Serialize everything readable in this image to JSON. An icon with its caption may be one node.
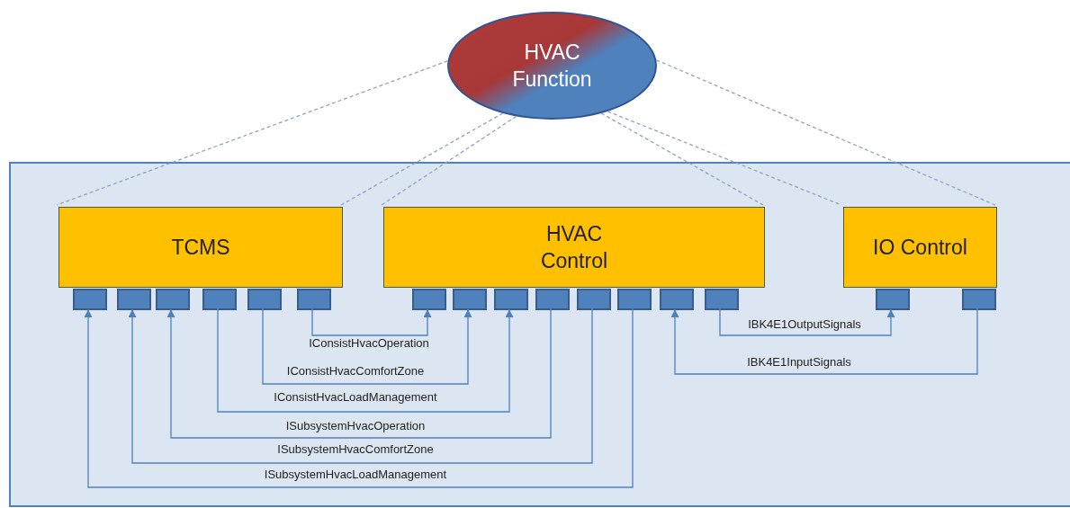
{
  "diagram": {
    "nodes": [
      {
        "text": [
          "HVAC Function"
        ]
      },
      {
        "text": [],
        "shape": "box"
      },
      {
        "text": [
          "TCMS"
        ],
        "in": 1
      },
      {
        "text": [
          "HVAC Control"
        ],
        "in": 1
      },
      {
        "text": [
          "IO Control"
        ],
        "in": 1
      },
      {
        "text": [],
        "shape": "box",
        "in": 1
      },
      {
        "text": [],
        "shape": "box",
        "in": 1
      },
      {
        "text": [],
        "shape": "box",
        "in": 1
      },
      {
        "text": [],
        "shape": "box",
        "in": 1
      },
      {
        "text": [],
        "shape": "box",
        "in": 1
      },
      {
        "text": [],
        "shape": "box",
        "in": 1
      },
      {
        "text": [],
        "shape": "box",
        "in": 1
      },
      {
        "text": [],
        "shape": "box",
        "in": 1
      },
      {
        "text": [],
        "shape": "box",
        "in": 1
      },
      {
        "text": [],
        "shape": "box",
        "in": 1
      },
      {
        "text": [],
        "shape": "box",
        "in": 1
      },
      {
        "text": [],
        "shape": "box",
        "in": 1
      },
      {
        "text": [],
        "shape": "box",
        "in": 1
      },
      {
        "text": [],
        "shape": "box",
        "in": 1
      },
      {
        "text": [],
        "shape": "box",
        "in": 1
      },
      {
        "text": [],
        "shape": "box",
        "in": 1
      }
    ],
    "edges": [
      {
        "from": 0,
        "to": 2,
        "arrow": "none",
        "style": "dashed",
        "color": "#8ea3c6"
      },
      {
        "from": 0,
        "to": 2,
        "arrow": "none",
        "style": "dashed",
        "color": "#8ea3c6"
      },
      {
        "from": 0,
        "to": 3,
        "arrow": "none",
        "style": "dashed",
        "color": "#8ea3c6"
      },
      {
        "from": 0,
        "to": 3,
        "arrow": "none",
        "style": "dashed",
        "color": "#8ea3c6"
      },
      {
        "from": 0,
        "to": 4,
        "arrow": "none",
        "style": "dashed",
        "color": "#8ea3c6"
      },
      {
        "from": 0,
        "to": 4,
        "arrow": "none",
        "style": "dashed",
        "color": "#8ea3c6"
      },
      {
        "from": 10,
        "to": 11,
        "arrow": "to",
        "label": "IConsistHvacOperation"
      },
      {
        "from": 9,
        "to": 12,
        "arrow": "to",
        "label": "IConsistHvacComfortZone"
      },
      {
        "from": 8,
        "to": 13,
        "arrow": "to",
        "label": "IConsistHvacLoadManagement"
      },
      {
        "from": 14,
        "to": 7,
        "arrow": "to",
        "label": "ISubsystemHvacOperation"
      },
      {
        "from": 15,
        "to": 6,
        "arrow": "to",
        "label": "ISubsystemHvacComfortZone"
      },
      {
        "from": 16,
        "to": 5,
        "arrow": "to",
        "label": "ISubsystemHvacLoadManagement"
      },
      {
        "from": 18,
        "to": 19,
        "arrow": "to",
        "label": "IBK4E1OutputSignals"
      },
      {
        "from": 20,
        "to": 17,
        "arrow": "to",
        "label": "IBK4E1InputSignals"
      }
    ]
  }
}
